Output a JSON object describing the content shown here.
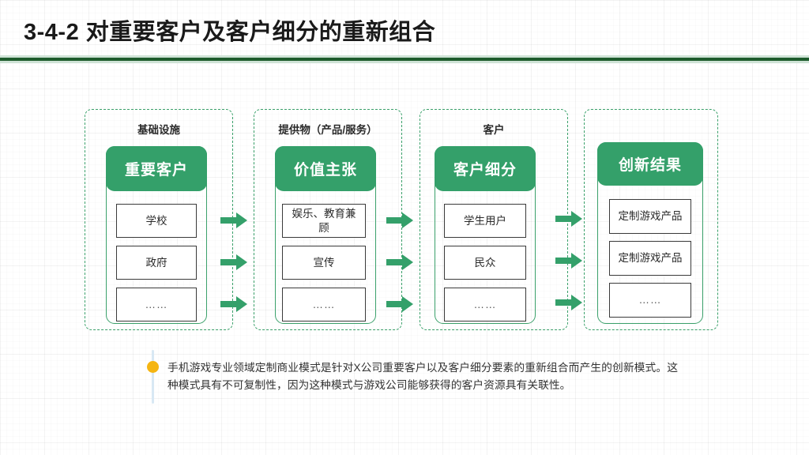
{
  "slide": {
    "title": "3-4-2 对重要客户及客户细分的重新组合",
    "accent_green": "#34a06a",
    "rule_dark": "#1d5b2c",
    "rule_light": "#cfe3d6",
    "bullet_color": "#f5b512"
  },
  "diagram": {
    "columns": [
      {
        "group_label": "基础设施",
        "card_title": "重要客户",
        "items": [
          "学校",
          "政府",
          "……"
        ]
      },
      {
        "group_label": "提供物（产品/服务）",
        "card_title": "价值主张",
        "items": [
          "娱乐、教育兼顾",
          "宣传",
          "……"
        ]
      },
      {
        "group_label": "客户",
        "card_title": "客户细分",
        "items": [
          "学生用户",
          "民众",
          "……"
        ]
      },
      {
        "group_label": "",
        "card_title": "创新结果",
        "items": [
          "定制游戏产品",
          "定制游戏产品",
          "……"
        ]
      }
    ],
    "arrow_count_per_gap": 3,
    "arrow_gaps": 3
  },
  "caption": {
    "text": "手机游戏专业领域定制商业模式是针对X公司重要客户以及客户细分要素的重新组合而产生的创新模式。这种模式具有不可复制性，因为这种模式与游戏公司能够获得的客户资源具有关联性。"
  }
}
